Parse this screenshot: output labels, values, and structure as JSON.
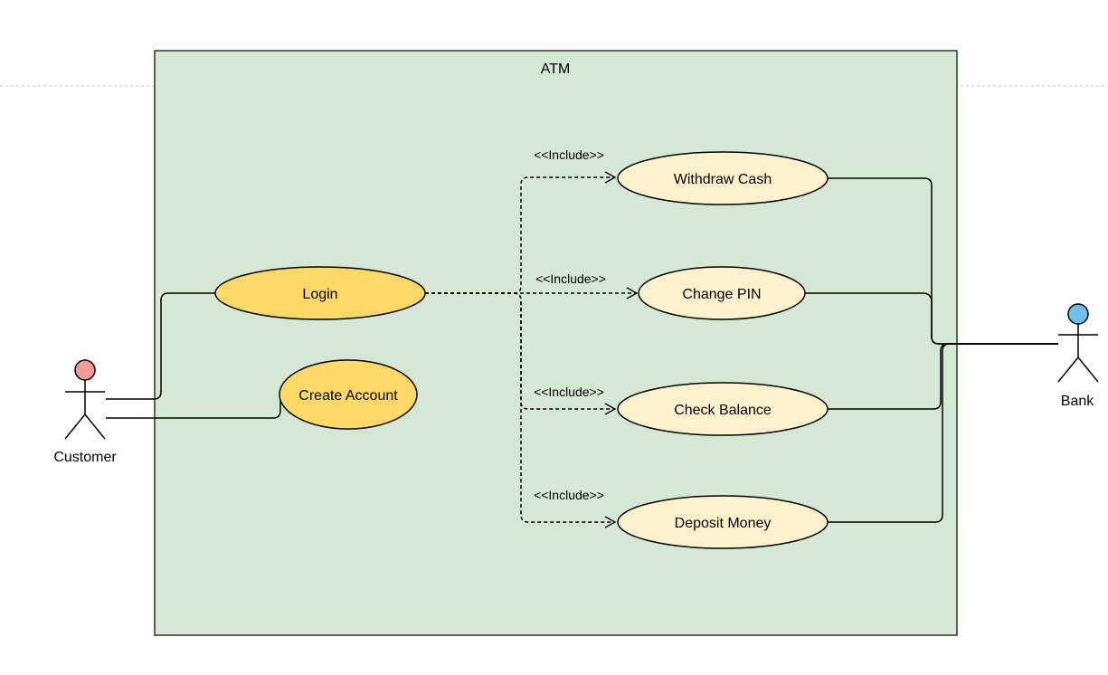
{
  "system": {
    "title": "ATM"
  },
  "actors": {
    "customer": {
      "label": "Customer",
      "head_color": "#f19c99"
    },
    "bank": {
      "label": "Bank",
      "head_color": "#6cc0f0"
    }
  },
  "use_cases": {
    "login": {
      "label": "Login"
    },
    "create_account": {
      "label": "Create Account"
    },
    "withdraw_cash": {
      "label": "Withdraw Cash"
    },
    "change_pin": {
      "label": "Change PIN"
    },
    "check_balance": {
      "label": "Check Balance"
    },
    "deposit_money": {
      "label": "Deposit Money"
    }
  },
  "include_labels": {
    "withdraw": "<<Include>>",
    "change_pin": "<<Include>>",
    "check_balance": "<<Include>>",
    "deposit": "<<Include>>"
  },
  "colors": {
    "system_fill": "#d5e8d4",
    "primary_use_case_fill": "#ffd966",
    "secondary_use_case_fill": "#fff2cc",
    "stroke": "#000000"
  }
}
